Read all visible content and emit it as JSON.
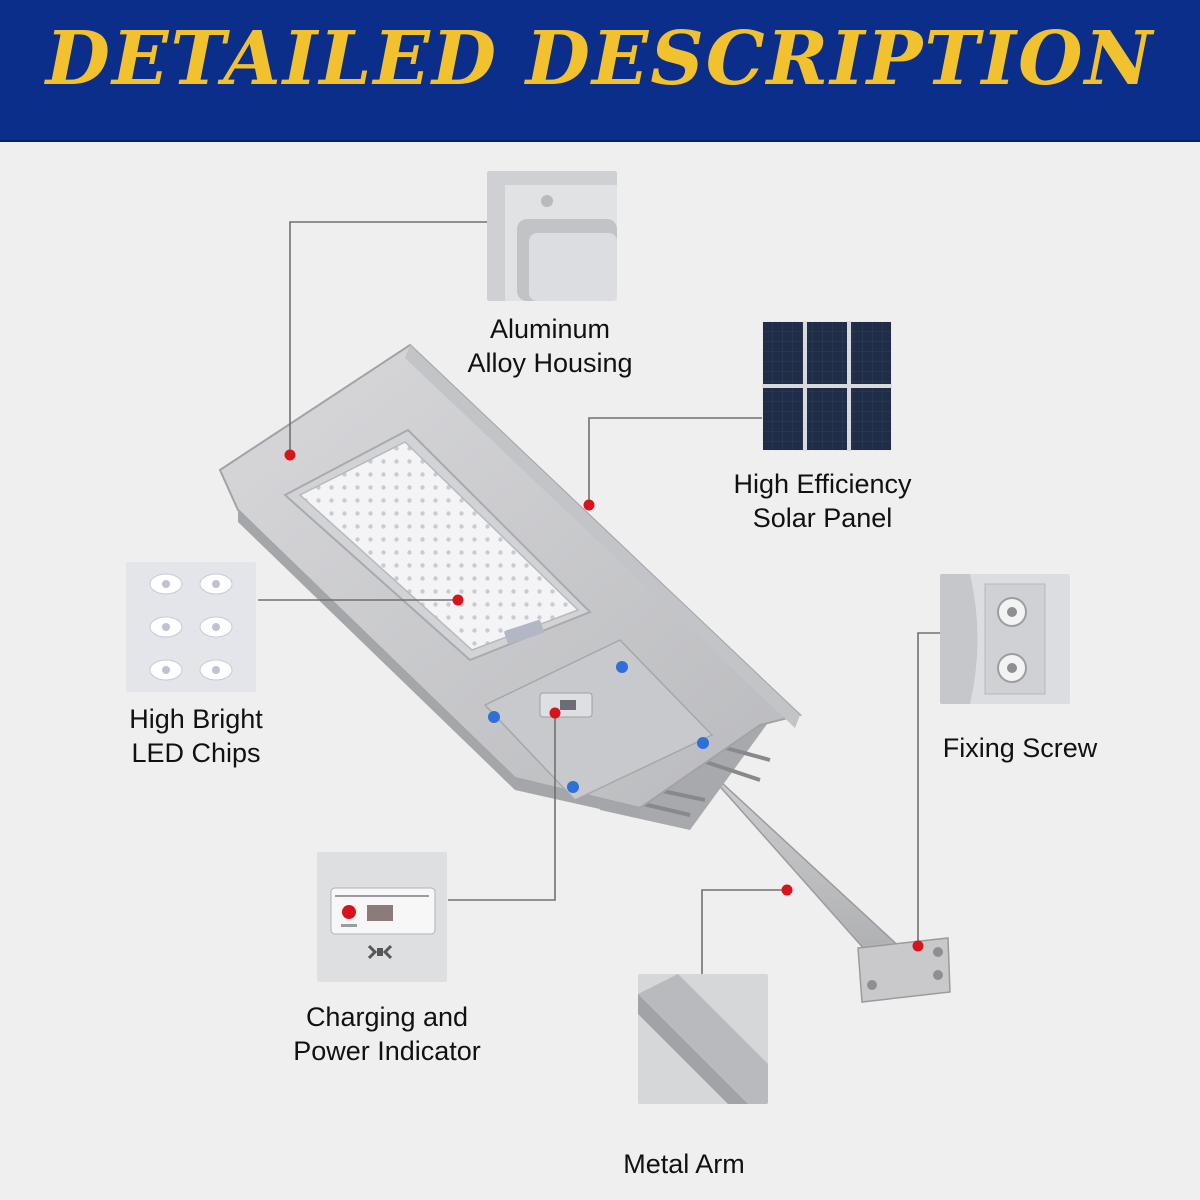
{
  "banner": {
    "title": "DETAILED DESCRIPTION"
  },
  "colors": {
    "banner_bg": "#0b2e8a",
    "title_gold": "#f2c12e",
    "callout_dot": "#d7141c",
    "screw_blue": "#2f6fd8"
  },
  "callouts": {
    "housing": {
      "line1": "Aluminum",
      "line2": "Alloy Housing"
    },
    "solar": {
      "line1": "High Efficiency",
      "line2": "Solar Panel"
    },
    "led": {
      "line1": "High Bright",
      "line2": "LED Chips"
    },
    "screw": {
      "line1": "Fixing Screw"
    },
    "indicator": {
      "line1": "Charging and",
      "line2": "Power Indicator"
    },
    "arm": {
      "line1": "Metal Arm"
    }
  }
}
